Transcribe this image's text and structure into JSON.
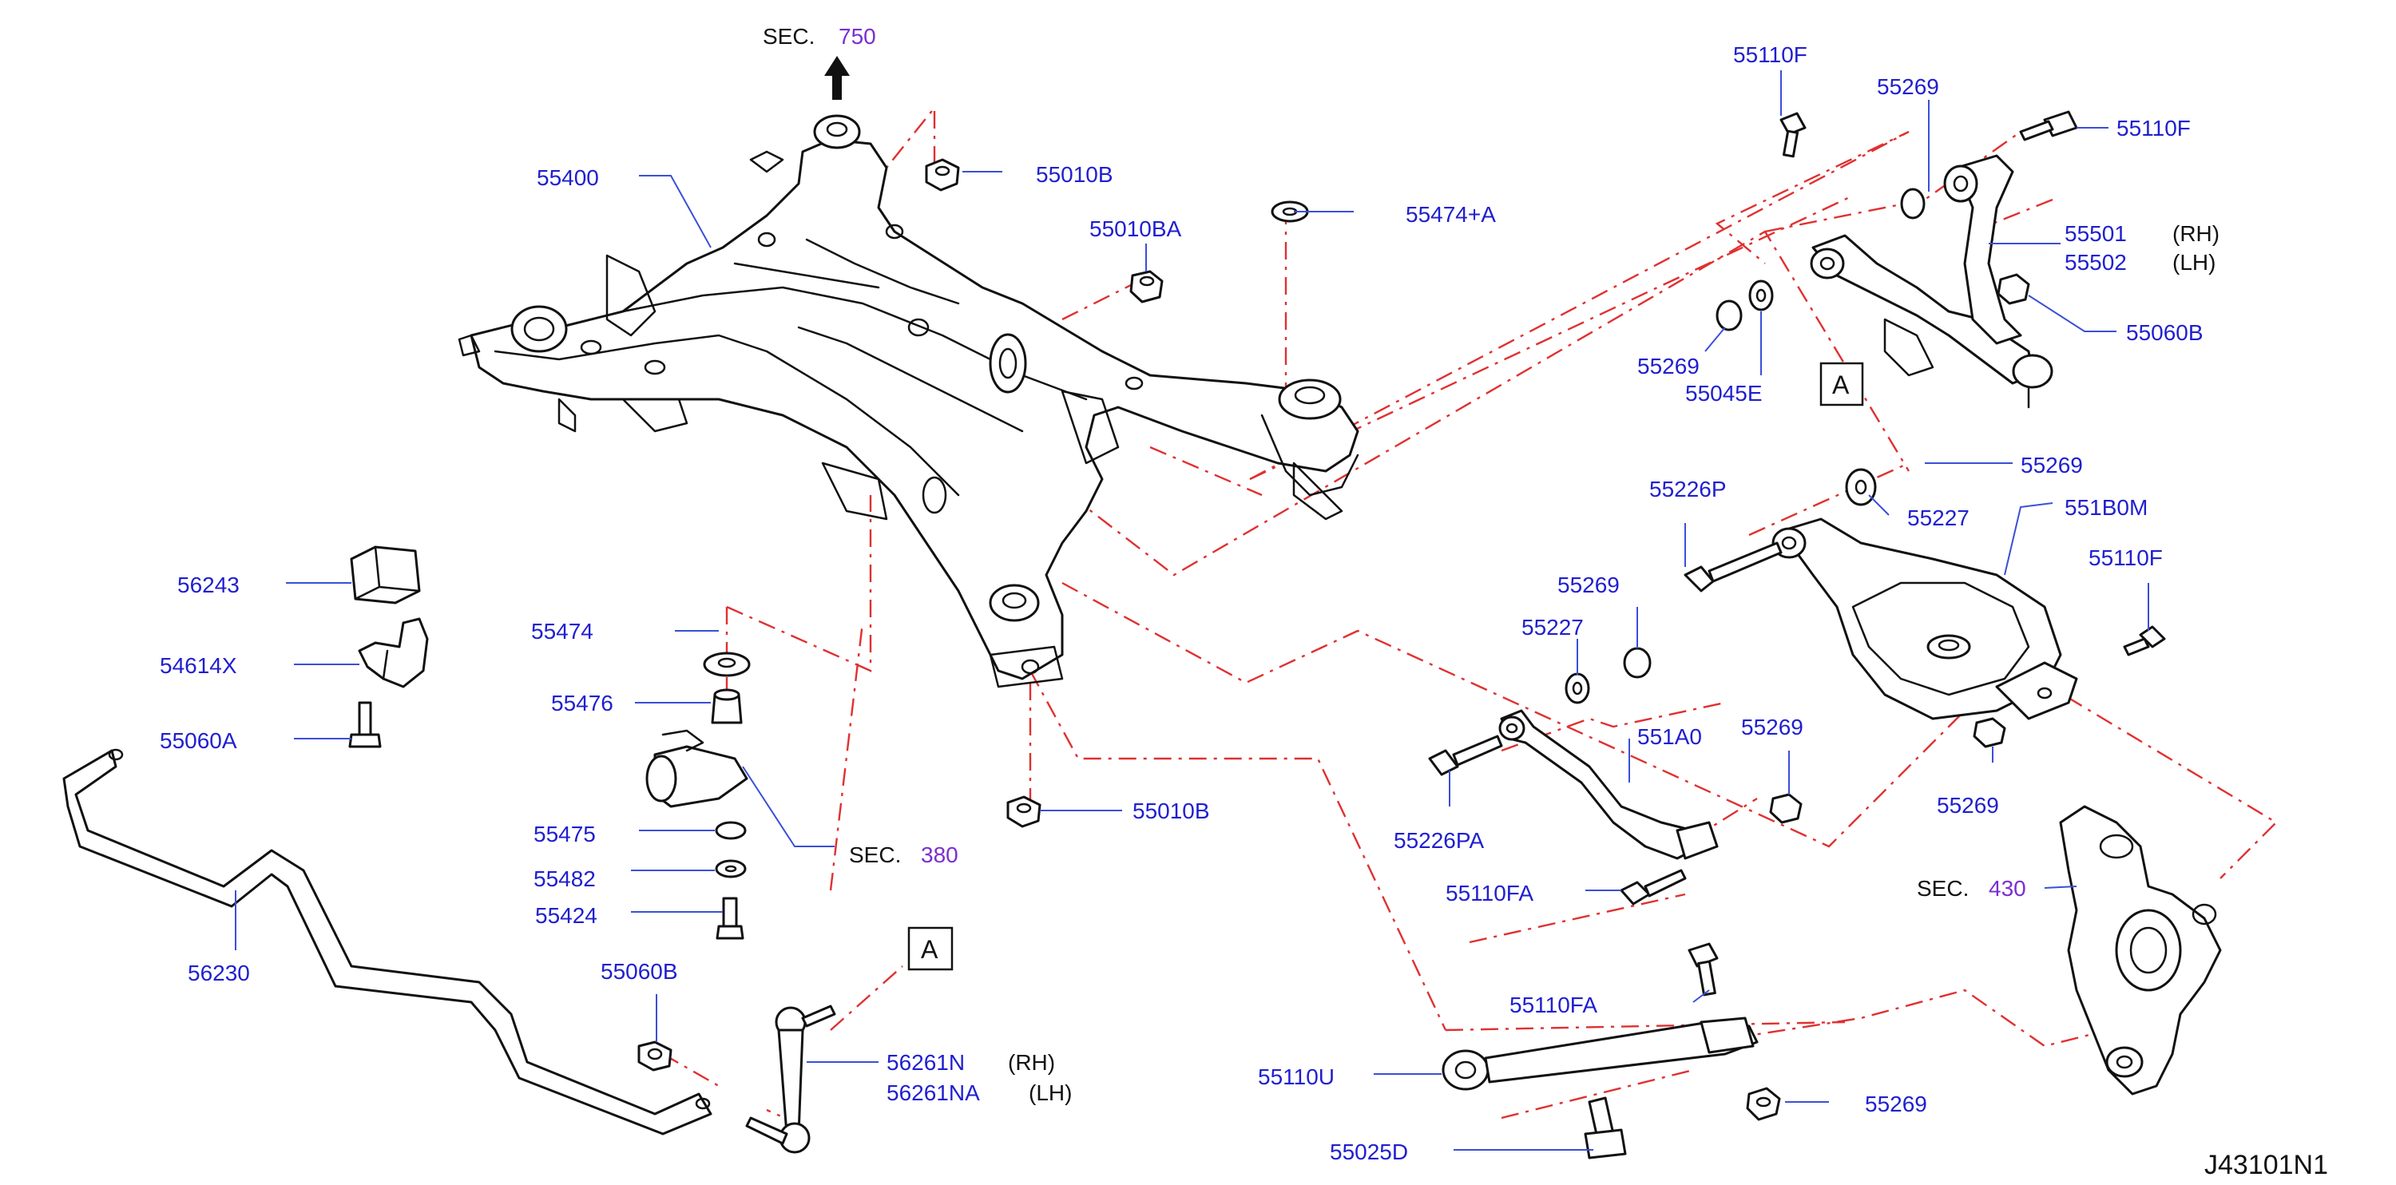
{
  "diagram_code": "J43101N1",
  "sections": {
    "sec750": {
      "prefix": "SEC.",
      "number": "750"
    },
    "sec380": {
      "prefix": "SEC.",
      "number": "380"
    },
    "sec430": {
      "prefix": "SEC.",
      "number": "430"
    }
  },
  "refs": {
    "a1": "A",
    "a2": "A"
  },
  "labels": {
    "p55400": "55400",
    "p55010B_top": "55010B",
    "p55010BA": "55010BA",
    "p55474A": "55474+A",
    "p56243": "56243",
    "p54614X": "54614X",
    "p55060A": "55060A",
    "p56230": "56230",
    "p55474": "55474",
    "p55476": "55476",
    "p55475": "55475",
    "p55482": "55482",
    "p55424": "55424",
    "p55060B_low": "55060B",
    "p56261N": "56261N",
    "p56261NA": "56261NA",
    "p55010B_low": "55010B",
    "p55110F_a": "55110F",
    "p55269_a": "55269",
    "p55110F_b": "55110F",
    "p55501": "55501",
    "p55502": "55502",
    "p55060B_r": "55060B",
    "p55269_b": "55269",
    "p55045E": "55045E",
    "p55269_c": "55269",
    "p55226P": "55226P",
    "p55227": "55227",
    "p551B0M": "551B0M",
    "p55110F_c": "55110F",
    "p55269_d": "55269",
    "p55269_e": "55269",
    "p55227_b": "55227",
    "p551A0": "551A0",
    "p55269_f": "55269",
    "p55226PA": "55226PA",
    "p55110FA_a": "55110FA",
    "p55110FA_b": "55110FA",
    "p55110U": "55110U",
    "p55269_g": "55269",
    "p55025D": "55025D"
  },
  "sides": {
    "rh1": "(RH)",
    "lh1": "(LH)",
    "rh2": "(RH)",
    "lh2": "(LH)"
  }
}
